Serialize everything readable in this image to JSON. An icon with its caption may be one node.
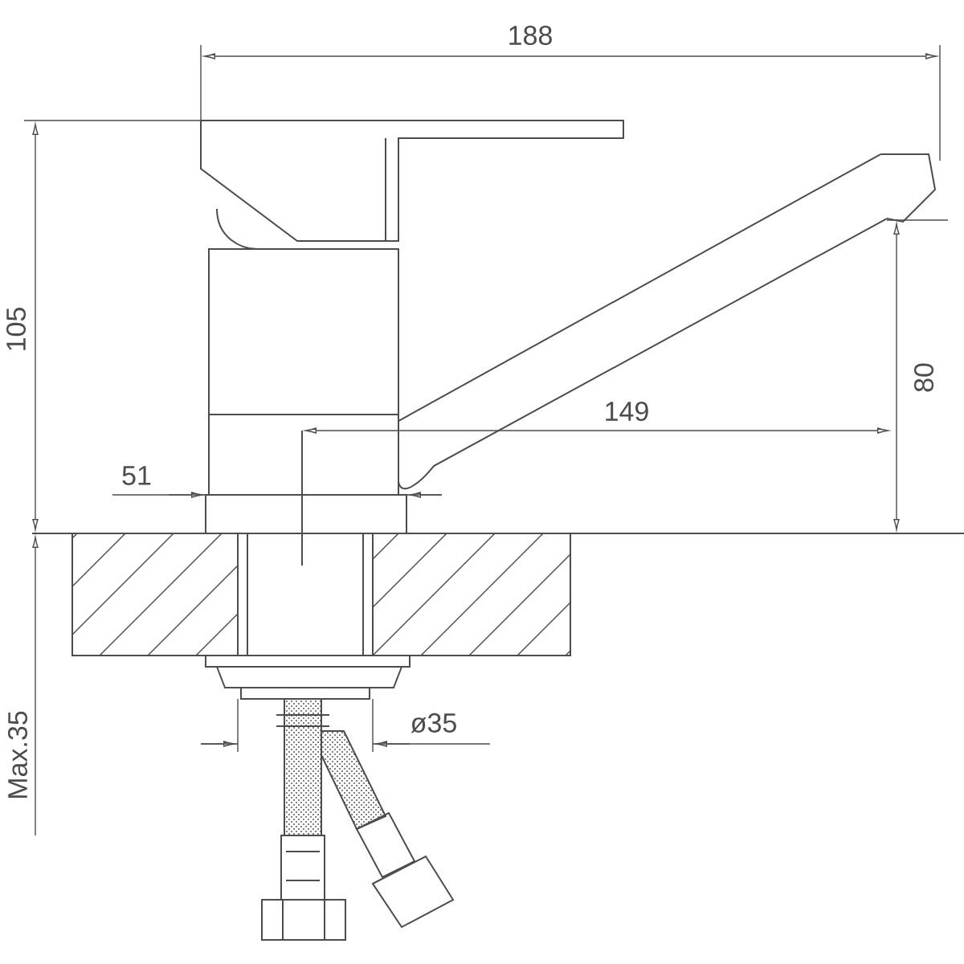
{
  "diagram": {
    "labels": [
      "188",
      "105",
      "80",
      "149",
      "51",
      "ø35",
      "Max.35"
    ]
  }
}
